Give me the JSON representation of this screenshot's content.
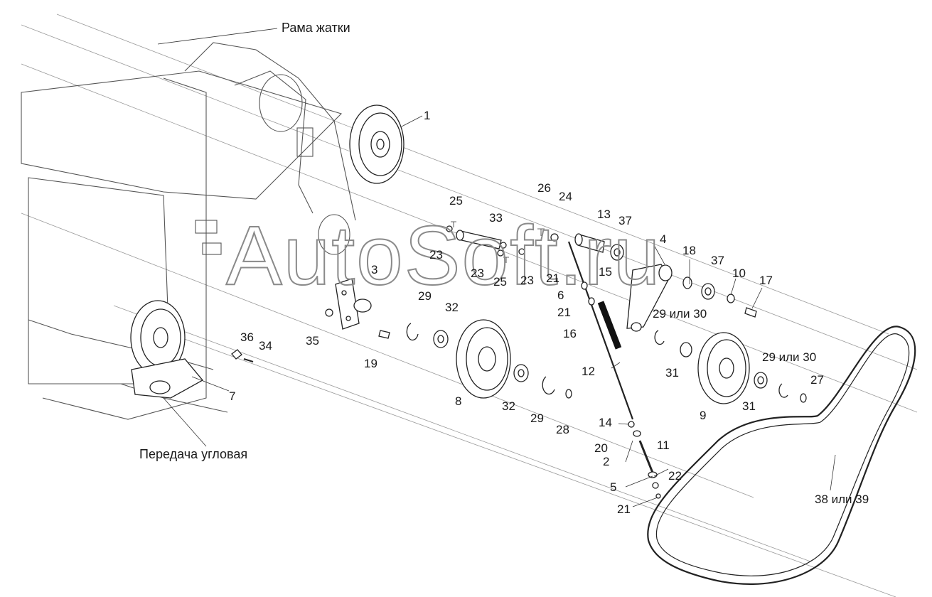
{
  "captions": {
    "frame": "Рама жатки",
    "angle_drive": "Передача угловая",
    "watermark": "AutoSoft.ru"
  },
  "labels": {
    "l1": "1",
    "l2": "2",
    "l3": "3",
    "l4": "4",
    "l5": "5",
    "l6": "6",
    "l7": "7",
    "l8": "8",
    "l9": "9",
    "l10": "10",
    "l11": "11",
    "l12": "12",
    "l13": "13",
    "l14": "14",
    "l15": "15",
    "l16": "16",
    "l17": "17",
    "l18": "18",
    "l19": "19",
    "l20": "20",
    "l21a": "21",
    "l21b": "21",
    "l21c": "21",
    "l22": "22",
    "l23a": "23",
    "l23b": "23",
    "l23c": "23",
    "l24": "24",
    "l25a": "25",
    "l25b": "25",
    "l26": "26",
    "l27": "27",
    "l28": "28",
    "l29a": "29",
    "l29b": "29",
    "l29or30a": "29 или 30",
    "l29or30b": "29 или 30",
    "l31a": "31",
    "l31b": "31",
    "l32a": "32",
    "l32b": "32",
    "l33": "33",
    "l34": "34",
    "l35": "35",
    "l36": "36",
    "l37a": "37",
    "l37b": "37",
    "l38or39": "38 или 39"
  }
}
